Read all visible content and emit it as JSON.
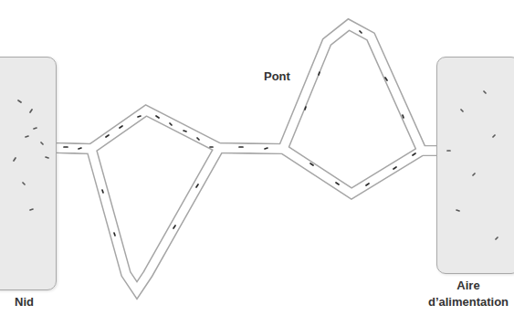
{
  "diagram": {
    "nodes": [
      {
        "text": [
          "Nid"
        ]
      },
      {
        "text": [
          "Aire d’alimentation"
        ]
      }
    ],
    "edges": [
      {
        "from": 0,
        "to": 1,
        "arrow": "none"
      }
    ],
    "labels": [
      "Pont"
    ]
  }
}
